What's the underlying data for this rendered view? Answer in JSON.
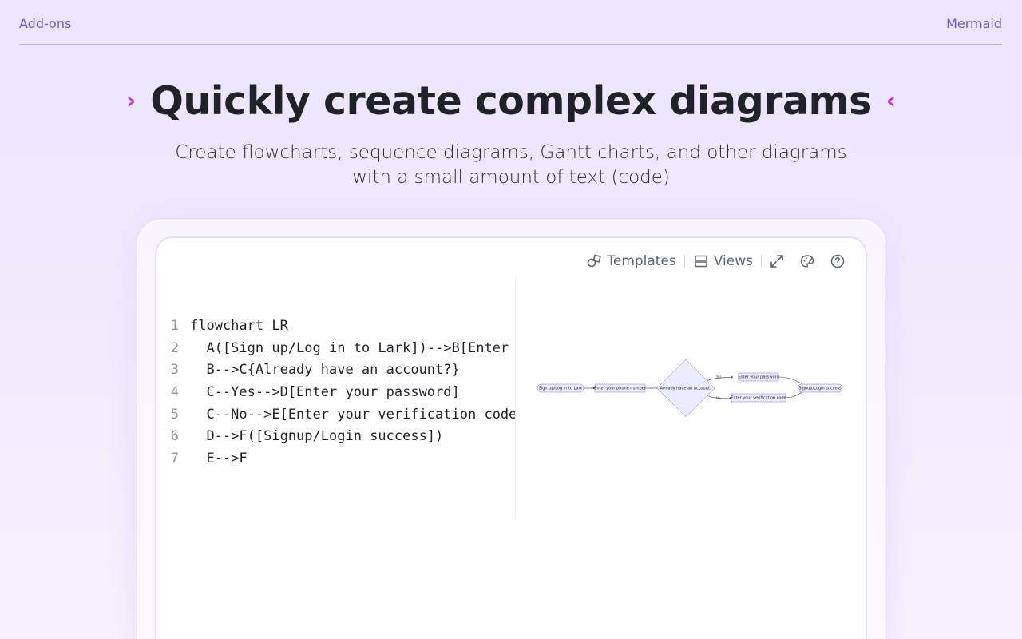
{
  "topbar": {
    "left_label": "Add-ons",
    "right_label": "Mermaid"
  },
  "hero": {
    "title": "Quickly create complex diagrams",
    "chevron_left": "›",
    "chevron_right": "‹",
    "subtitle_line1": "Create flowcharts, sequence diagrams, Gantt charts, and other diagrams",
    "subtitle_line2": "with a small amount of text (code)"
  },
  "toolbar": {
    "templates_label": "Templates",
    "views_label": "Views"
  },
  "editor": {
    "lines": [
      {
        "num": "1",
        "text": "flowchart LR"
      },
      {
        "num": "2",
        "text": "  A([Sign up/Log in to Lark])-->B[Enter your phone number]"
      },
      {
        "num": "3",
        "text": "  B-->C{Already have an account?}"
      },
      {
        "num": "4",
        "text": "  C--Yes-->D[Enter your password]"
      },
      {
        "num": "5",
        "text": "  C--No-->E[Enter your verification code]"
      },
      {
        "num": "6",
        "text": "  D-->F([Signup/Login success])"
      },
      {
        "num": "7",
        "text": "  E-->F"
      }
    ]
  },
  "diagram": {
    "node_a": "Sign up/Log in to Lark",
    "node_b": "Enter your phone number",
    "node_c": "Already have an account?",
    "node_d": "Enter your password",
    "node_e": "Enter your verification code",
    "node_f": "Signup/Login success",
    "edge_yes": "Yes",
    "edge_no": "No"
  },
  "colors": {
    "accent": "#6e5fbc",
    "chevron": "#c23fc7",
    "node_fill": "#ececff",
    "node_stroke": "#9370db"
  }
}
